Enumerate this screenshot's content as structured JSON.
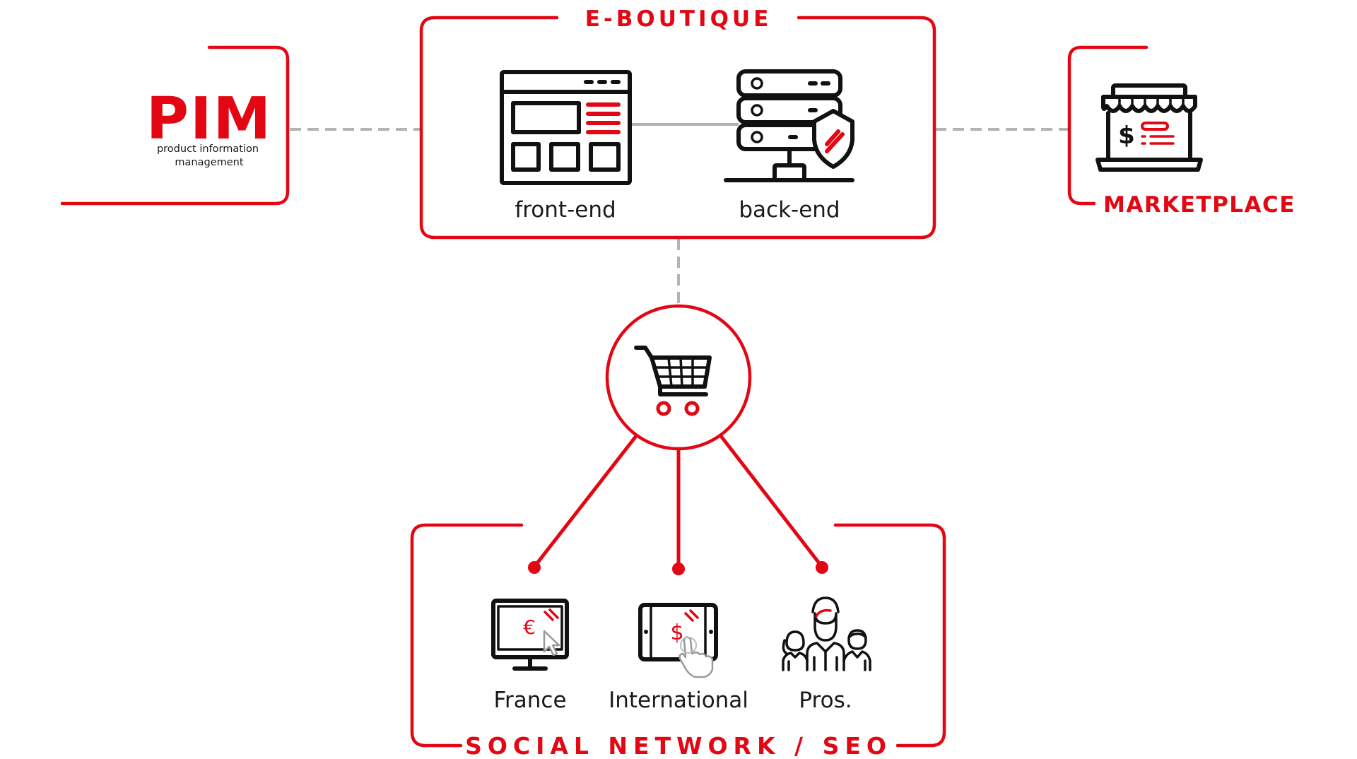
{
  "boxes": {
    "eboutique": "E-BOUTIQUE",
    "social": "SOCIAL NETWORK / SEO",
    "marketplace": "MARKETPLACE"
  },
  "pim": {
    "logo": "PIM",
    "line1": "product information",
    "line2": "management"
  },
  "eboutique_items": {
    "frontend": "front-end",
    "backend": "back-end"
  },
  "channels": {
    "france": "France",
    "international": "International",
    "pros": "Pros."
  },
  "icon_glyphs": {
    "euro": "€",
    "dollar": "$"
  },
  "colors": {
    "accent": "#e30613",
    "ink": "#111111",
    "connector": "#b3b3b3"
  },
  "icons": [
    "browser-window-icon",
    "server-shield-icon",
    "storefront-icon",
    "shopping-cart-icon",
    "desktop-euro-icon",
    "tablet-dollar-icon",
    "customers-group-icon"
  ]
}
